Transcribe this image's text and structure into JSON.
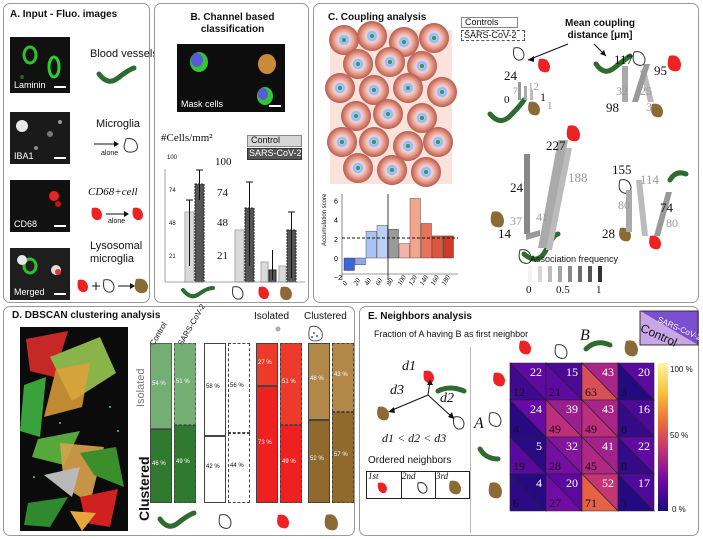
{
  "panel_a": {
    "title": "A. Input - Fluo. images",
    "rows": [
      {
        "caption": "Laminin",
        "label": "Blood vessels"
      },
      {
        "caption": "IBA1",
        "label": "Microglia",
        "sub": "alone"
      },
      {
        "caption": "CD68",
        "label": "CD68+cell",
        "sub": "alone"
      },
      {
        "caption": "Merged",
        "label": "Lysosomal microglia"
      }
    ]
  },
  "panel_b": {
    "title": "B. Channel based classification",
    "mask_caption": "Mask cells",
    "yaxis": "#Cells/mm²",
    "legend": [
      "Control",
      "SARS-CoV-2"
    ],
    "ticks_left": [
      "100",
      "74",
      "48",
      "21"
    ],
    "ticks_right": [
      "100",
      "74",
      "48",
      "21"
    ]
  },
  "panel_c": {
    "title": "C. Coupling analysis",
    "legend": [
      "Controls",
      "SARS-CoV-2"
    ],
    "mean_label": "Mean coupling distance [μm]",
    "hist_ylabel": "Accumulation score",
    "hist_ticks": [
      "6",
      "4",
      "2",
      "0",
      "−2"
    ],
    "hist_xticks": [
      "0",
      "20",
      "40",
      "60",
      "80",
      "100",
      "120",
      "140",
      "160",
      "180"
    ],
    "assoc_label": "Association frequency",
    "assoc_ticks": [
      "0",
      "0.5",
      "1"
    ],
    "numbers": {
      "g1": [
        "24",
        "12",
        "7",
        "0",
        "1",
        "1"
      ],
      "g2": [
        "117",
        "95",
        "32",
        "25",
        "98",
        "3"
      ],
      "g3": [
        "227",
        "188",
        "24",
        "37",
        "41",
        "14"
      ],
      "g4": [
        "155",
        "114",
        "74",
        "80",
        "80",
        "28"
      ]
    }
  },
  "panel_d": {
    "title": "D. DBSCAN clustering analysis",
    "col_labels": [
      "Control",
      "SARS-CoV-2"
    ],
    "top_labels": [
      "Isolated",
      "Clustered"
    ],
    "side_top": "Isolated",
    "side_bottom": "Clustered",
    "groups": [
      {
        "iso": [
          "54 %",
          "51 %"
        ],
        "clu": [
          "46 %",
          "49 %"
        ]
      },
      {
        "iso": [
          "58 %",
          "56 %"
        ],
        "clu": [
          "42 %",
          "44 %"
        ]
      },
      {
        "iso": [
          "27 %",
          "51 %"
        ],
        "clu": [
          "73 %",
          "49 %"
        ]
      },
      {
        "iso": [
          "48 %",
          "43 %"
        ],
        "clu": [
          "52 %",
          "57 %"
        ]
      }
    ]
  },
  "panel_e": {
    "title": "E. Neighbors analysis",
    "subtitle": "Fraction of A having B as first neighbor",
    "d1": "d1",
    "d2": "d2",
    "d3": "d3",
    "inequality": "d1 < d2 < d3",
    "ordered": "Ordered neighbors",
    "ord": [
      "1st",
      "2nd",
      "3rd"
    ],
    "axis_a": "A",
    "axis_b": "B",
    "legend": [
      "SARS-CoV-2",
      "Control"
    ],
    "colorbar": [
      "100 %",
      "50 %",
      "0 %"
    ],
    "matrix": [
      [
        [
          "22",
          "12"
        ],
        [
          "15",
          "21"
        ],
        [
          "43",
          "63"
        ],
        [
          "20",
          "3"
        ]
      ],
      [
        [
          "24",
          "4"
        ],
        [
          "39",
          "49"
        ],
        [
          "43",
          "49"
        ],
        [
          "16",
          "8"
        ]
      ],
      [
        [
          "5",
          "19"
        ],
        [
          "32",
          "28"
        ],
        [
          "41",
          "45"
        ],
        [
          "22",
          "8"
        ]
      ],
      [
        [
          "4",
          "6"
        ],
        [
          "20",
          "27"
        ],
        [
          "52",
          "71"
        ],
        [
          "17",
          "3"
        ]
      ]
    ]
  }
}
